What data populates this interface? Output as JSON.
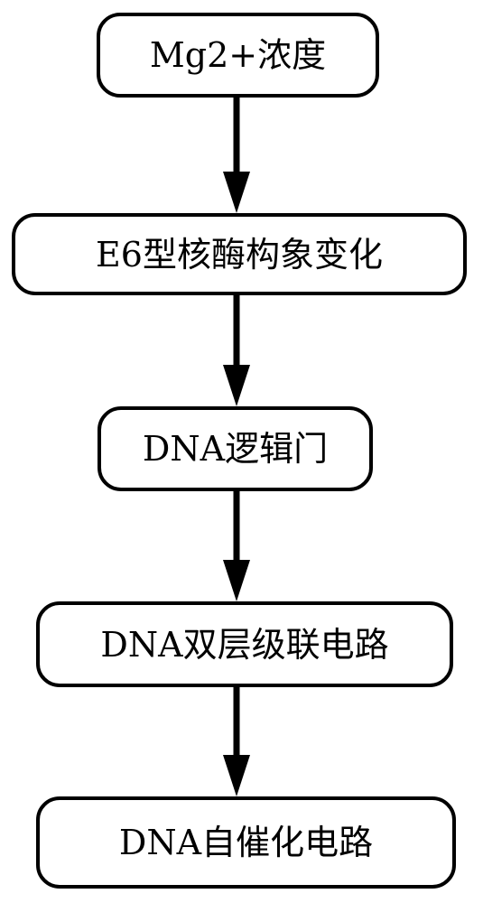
{
  "flowchart": {
    "nodes": [
      {
        "id": "n1",
        "label": "Mg2+浓度"
      },
      {
        "id": "n2",
        "label": "E6型核酶构象变化"
      },
      {
        "id": "n3",
        "label": "DNA逻辑门"
      },
      {
        "id": "n4",
        "label": "DNA双层级联电路"
      },
      {
        "id": "n5",
        "label": "DNA自催化电路"
      }
    ],
    "edges": [
      {
        "from": "n1",
        "to": "n2"
      },
      {
        "from": "n2",
        "to": "n3"
      },
      {
        "from": "n3",
        "to": "n4"
      },
      {
        "from": "n4",
        "to": "n5"
      }
    ]
  },
  "colors": {
    "stroke": "#000000",
    "fill": "#ffffff",
    "text": "#000000"
  }
}
